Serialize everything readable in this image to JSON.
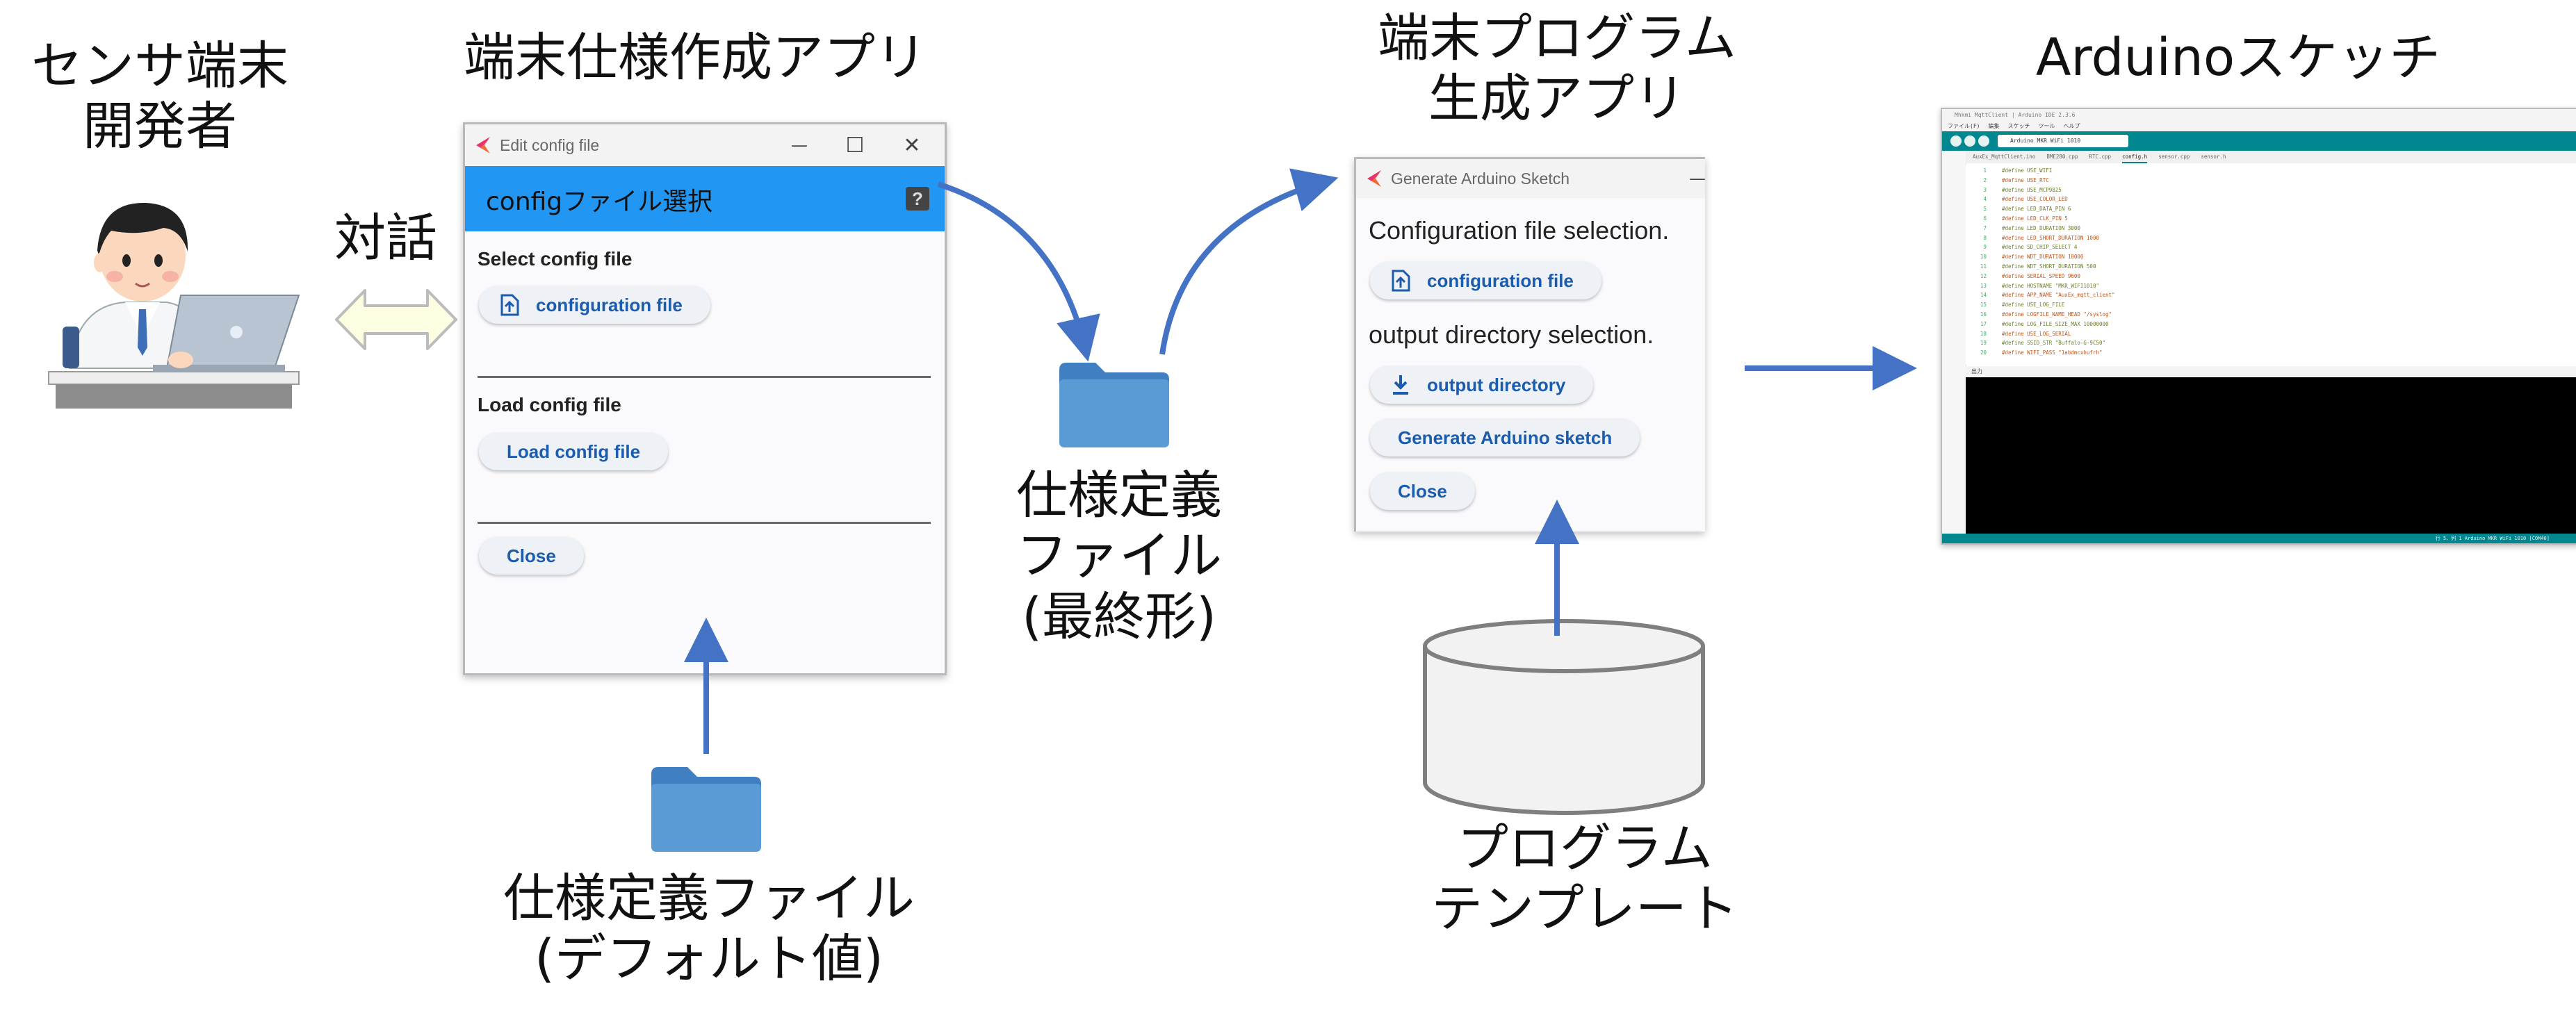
{
  "labels": {
    "developer": "センサ端末\n開発者",
    "dialogue": "対話",
    "spec_app_title": "端末仕様作成アプリ",
    "program_app_title": "端末プログラム\n生成アプリ",
    "arduino_title": "Arduinoスケッチ",
    "final_spec_file": "仕様定義\nファイル\n(最終形)",
    "default_spec_file": "仕様定義ファイル\n(デフォルト値)",
    "program_template": "プログラム\nテンプレート"
  },
  "config_window": {
    "title": "Edit config file",
    "header": "configファイル選択",
    "help_icon": "?",
    "select_label": "Select config file",
    "select_button": "configuration file",
    "load_label": "Load config file",
    "load_button": "Load config file",
    "close_button": "Close",
    "minimize": "—",
    "maximize": "☐",
    "close_x": "✕"
  },
  "generate_window": {
    "title": "Generate Arduino Sketch",
    "config_label": "Configuration file selection.",
    "config_button": "configuration file",
    "output_label": "output directory selection.",
    "output_button": "output directory",
    "generate_button": "Generate Arduino sketch",
    "close_button": "Close",
    "minimize": "—"
  },
  "arduino_ide": {
    "title": "Mhkmi MqttClient | Arduino IDE 2.3.6",
    "board": "Arduino MKR WiFi 1010",
    "menu": [
      "ファイル(F)",
      "編集",
      "スケッチ",
      "ツール",
      "ヘルプ"
    ],
    "tabs": [
      "AuxEx_MqttClient.ino",
      "BME280.cpp",
      "RTC.cpp",
      "config.h",
      "sensor.cpp",
      "sensor.h"
    ],
    "code": [
      "#define USE_WIFI",
      "#define USE_RTC",
      "#define USE_MCP9825",
      "#define USE_COLOR_LED",
      "#define LED_DATA_PIN 6",
      "#define LED_CLK_PIN 5",
      "#define LED_DURATION 3000",
      "#define LED_SHORT_DURATION 1000",
      "#define SD_CHIP_SELECT 4",
      "#define WDT_DURATION 10000",
      "#define WDT_SHORT_DURATION 500",
      "#define SERIAL_SPEED 9600",
      "#define HOSTNAME \"MKR_WIFI1010\"",
      "#define APP_NAME \"AuxEx_mqtt_client\"",
      "#define USE_LOG_FILE",
      "#define LOGFILE_NAME_HEAD \"/syslog\"",
      "#define LOG_FILE_SIZE_MAX 10000000",
      "#define USE_LOG_SERIAL",
      "#define SSID_STR \"Buffalo-G-9C50\"",
      "#define WIFI_PASS \"1abdmcxhufrh\""
    ],
    "output_label": "出力",
    "status": "行 5、列 1    Arduino MKR WiFi 1010 [COM40]"
  },
  "colors": {
    "arrow_blue": "#4472c4",
    "header_blue": "#2196f3",
    "folder_blue": "#5b9bd5",
    "arduino_teal": "#00878f"
  }
}
